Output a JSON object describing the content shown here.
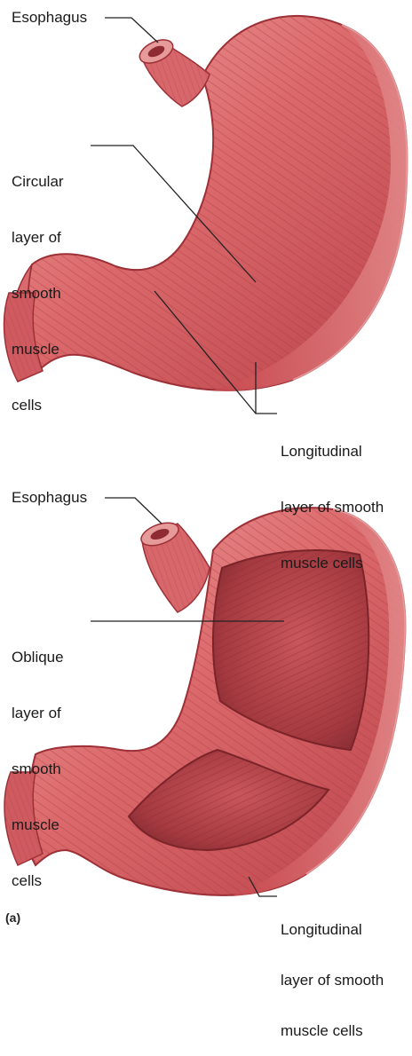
{
  "figure": {
    "panel_label": "(a)",
    "top": {
      "esophagus": "Esophagus",
      "circular": [
        "Circular",
        "layer of",
        "smooth",
        "muscle",
        "cells"
      ],
      "longitudinal": [
        "Longitudinal",
        "layer of smooth",
        "muscle cells"
      ]
    },
    "bottom": {
      "esophagus": "Esophagus",
      "oblique": [
        "Oblique",
        "layer of",
        "smooth",
        "muscle",
        "cells"
      ],
      "longitudinal": [
        "Longitudinal",
        "layer of smooth",
        "muscle cells"
      ]
    }
  },
  "colors": {
    "muscle_light": "#e8898a",
    "muscle_mid": "#d5585c",
    "muscle_dark": "#a8343a",
    "leader_line": "#222222"
  }
}
